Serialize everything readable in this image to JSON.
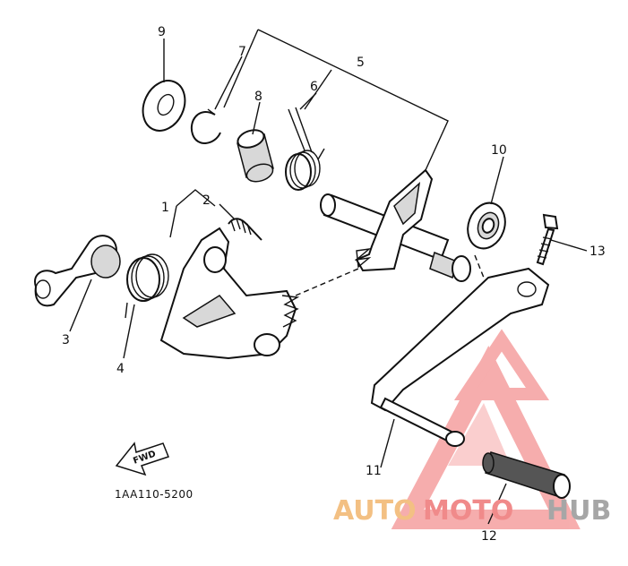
{
  "callouts": {
    "c1": "1",
    "c2": "2",
    "c3": "3",
    "c4": "4",
    "c5": "5",
    "c6": "6",
    "c7": "7",
    "c8": "8",
    "c9": "9",
    "c10": "10",
    "c11": "11",
    "c12": "12",
    "c13": "13"
  },
  "diagram_code": "1AA110-5200",
  "fwd_label": "FWD",
  "watermark": {
    "part1": "AUTO",
    "part2": "MOTO",
    "part3": "HUB",
    "logo_color": "#f06b6b",
    "auto_color": "#f3c083",
    "hub_color": "#a6a6a6"
  }
}
